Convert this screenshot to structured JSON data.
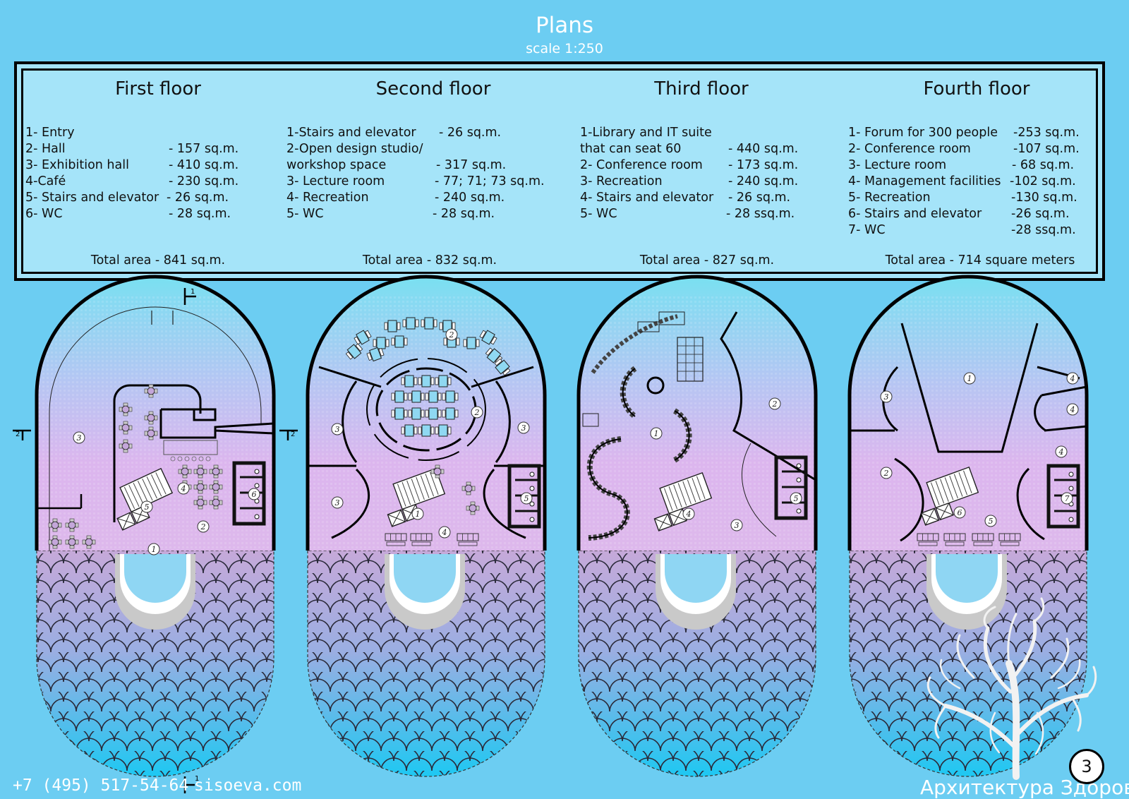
{
  "header": {
    "title": "Plans",
    "scale": "scale 1:250"
  },
  "floors": [
    {
      "title": "First floor",
      "items": [
        {
          "label": "1- Entry",
          "area": ""
        },
        {
          "label": "2- Hall",
          "area": "- 157 sq.m."
        },
        {
          "label": "3- Exhibition hall",
          "area": "- 410 sq.m."
        },
        {
          "label": "4-Café",
          "area": "- 230 sq.m."
        },
        {
          "label": "5- Stairs and elevator",
          "area": "- 26 sq.m."
        },
        {
          "label": "6- WC",
          "area": "- 28 sq.m."
        }
      ],
      "total": "Total area - 841 sq.m."
    },
    {
      "title": "Second floor",
      "items": [
        {
          "label": "1-Stairs and elevator",
          "area": "- 26 sq.m."
        },
        {
          "label": "2-Open design studio/",
          "area": ""
        },
        {
          "label": "workshop space",
          "area": "- 317 sq.m."
        },
        {
          "label": "3- Lecture room",
          "area": "- 77; 71; 73  sq.m."
        },
        {
          "label": "4- Recreation",
          "area": "- 240 sq.m."
        },
        {
          "label": "5- WC",
          "area": "- 28 sq.m."
        }
      ],
      "total": "Total area - 832 sq.m."
    },
    {
      "title": "Third floor",
      "items": [
        {
          "label": "1-Library and IT suite",
          "area": ""
        },
        {
          "label": "that can seat 60",
          "area": "- 440 sq.m."
        },
        {
          "label": "2- Conference room",
          "area": "- 173 sq.m."
        },
        {
          "label": "3- Recreation",
          "area": "- 240 sq.m."
        },
        {
          "label": "4- Stairs and elevator",
          "area": "- 26 sq.m."
        },
        {
          "label": "5- WC",
          "area": "- 28 ssq.m."
        }
      ],
      "total": "Total area - 827 sq.m."
    },
    {
      "title": "Fourth floor",
      "items": [
        {
          "label": "1- Forum for 300 people",
          "area": "-253 sq.m."
        },
        {
          "label": "2- Conference room",
          "area": "-107 sq.m."
        },
        {
          "label": "3- Lecture room",
          "area": "- 68 sq.m."
        },
        {
          "label": "4- Management facilities",
          "area": "-102 sq.m."
        },
        {
          "label": "5- Recreation",
          "area": "-130 sq.m."
        },
        {
          "label": "6- Stairs and elevator",
          "area": "-26 sq.m."
        },
        {
          "label": "7- WC",
          "area": "-28 ssq.m."
        }
      ],
      "total": "Total area - 714 square meters"
    }
  ],
  "plan_markers": {
    "floor1": [
      "1",
      "2",
      "3",
      "4",
      "5",
      "6"
    ],
    "floor2": [
      "1",
      "2",
      "2",
      "3",
      "3",
      "3",
      "4",
      "5"
    ],
    "floor3": [
      "1",
      "2",
      "3",
      "4",
      "5"
    ],
    "floor4": [
      "1",
      "2",
      "3",
      "4",
      "4",
      "4",
      "5",
      "6",
      "7"
    ],
    "section_marks": [
      "1",
      "2",
      "2"
    ]
  },
  "footer": {
    "phone": "+7 (495) 517-54-64",
    "site": "sisoeva.com",
    "brand": "Архитектура Здоровья",
    "page": "3"
  },
  "colors": {
    "background": "#6ccdf2",
    "legend_fill": "#a5e4f9",
    "plan_top": "#7edff0",
    "plan_mid": "#d9b7ee",
    "scales_bottom": "#22c8f0"
  }
}
